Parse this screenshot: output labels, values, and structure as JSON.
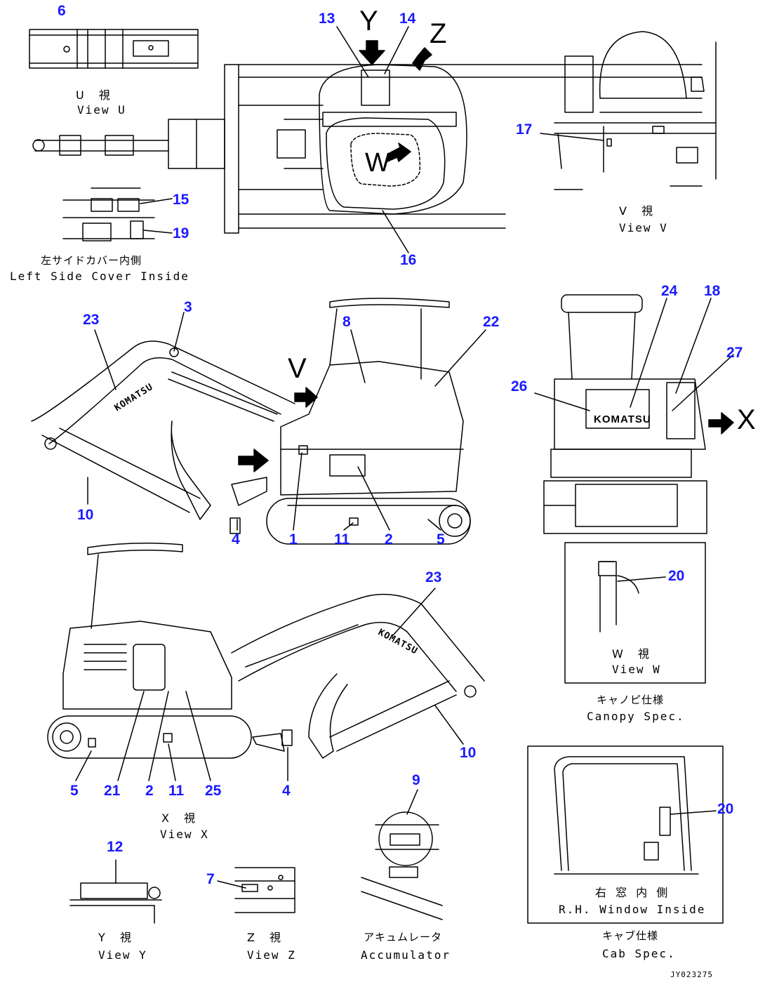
{
  "callouts": {
    "n1": "1",
    "n2a": "2",
    "n2b": "2",
    "n3": "3",
    "n4a": "4",
    "n4b": "4",
    "n5a": "5",
    "n5b": "5",
    "n6": "6",
    "n7": "7",
    "n8": "8",
    "n9": "9",
    "n10a": "10",
    "n10b": "10",
    "n11a": "11",
    "n11b": "11",
    "n12": "12",
    "n13": "13",
    "n14": "14",
    "n15": "15",
    "n16": "16",
    "n17": "17",
    "n18": "18",
    "n19": "19",
    "n20a": "20",
    "n20b": "20",
    "n21": "21",
    "n22": "22",
    "n23a": "23",
    "n23b": "23",
    "n24": "24",
    "n25": "25",
    "n26": "26",
    "n27": "27"
  },
  "view_letters": {
    "y": "Y",
    "z": "Z",
    "v": "V",
    "x": "X",
    "w": "W"
  },
  "captions": {
    "view_u_jp": "U 視",
    "view_u_en": "View U",
    "left_cover_jp": "左サイドカバー内側",
    "left_cover_en": "Left Side Cover Inside",
    "view_v_jp": "V 視",
    "view_v_en": "View V",
    "view_w_jp": "W 視",
    "view_w_en": "View W",
    "canopy_jp": "キャノピ仕様",
    "canopy_en": "Canopy Spec.",
    "view_x_jp": "X 視",
    "view_x_en": "View X",
    "view_y_jp": "Y 視",
    "view_y_en": "View Y",
    "view_z_jp": "Z 視",
    "view_z_en": "View Z",
    "accum_jp": "アキュムレータ",
    "accum_en": "Accumulator",
    "rh_window_jp": "右 窓 内 側",
    "rh_window_en": "R.H. Window Inside",
    "cab_jp": "キャブ仕様",
    "cab_en": "Cab Spec.",
    "drawing_no": "JY023275"
  },
  "brand_marks": {
    "boom_left": "KOMATSU",
    "rear": "KOMATSU",
    "boom_right": "KOMATSU"
  }
}
